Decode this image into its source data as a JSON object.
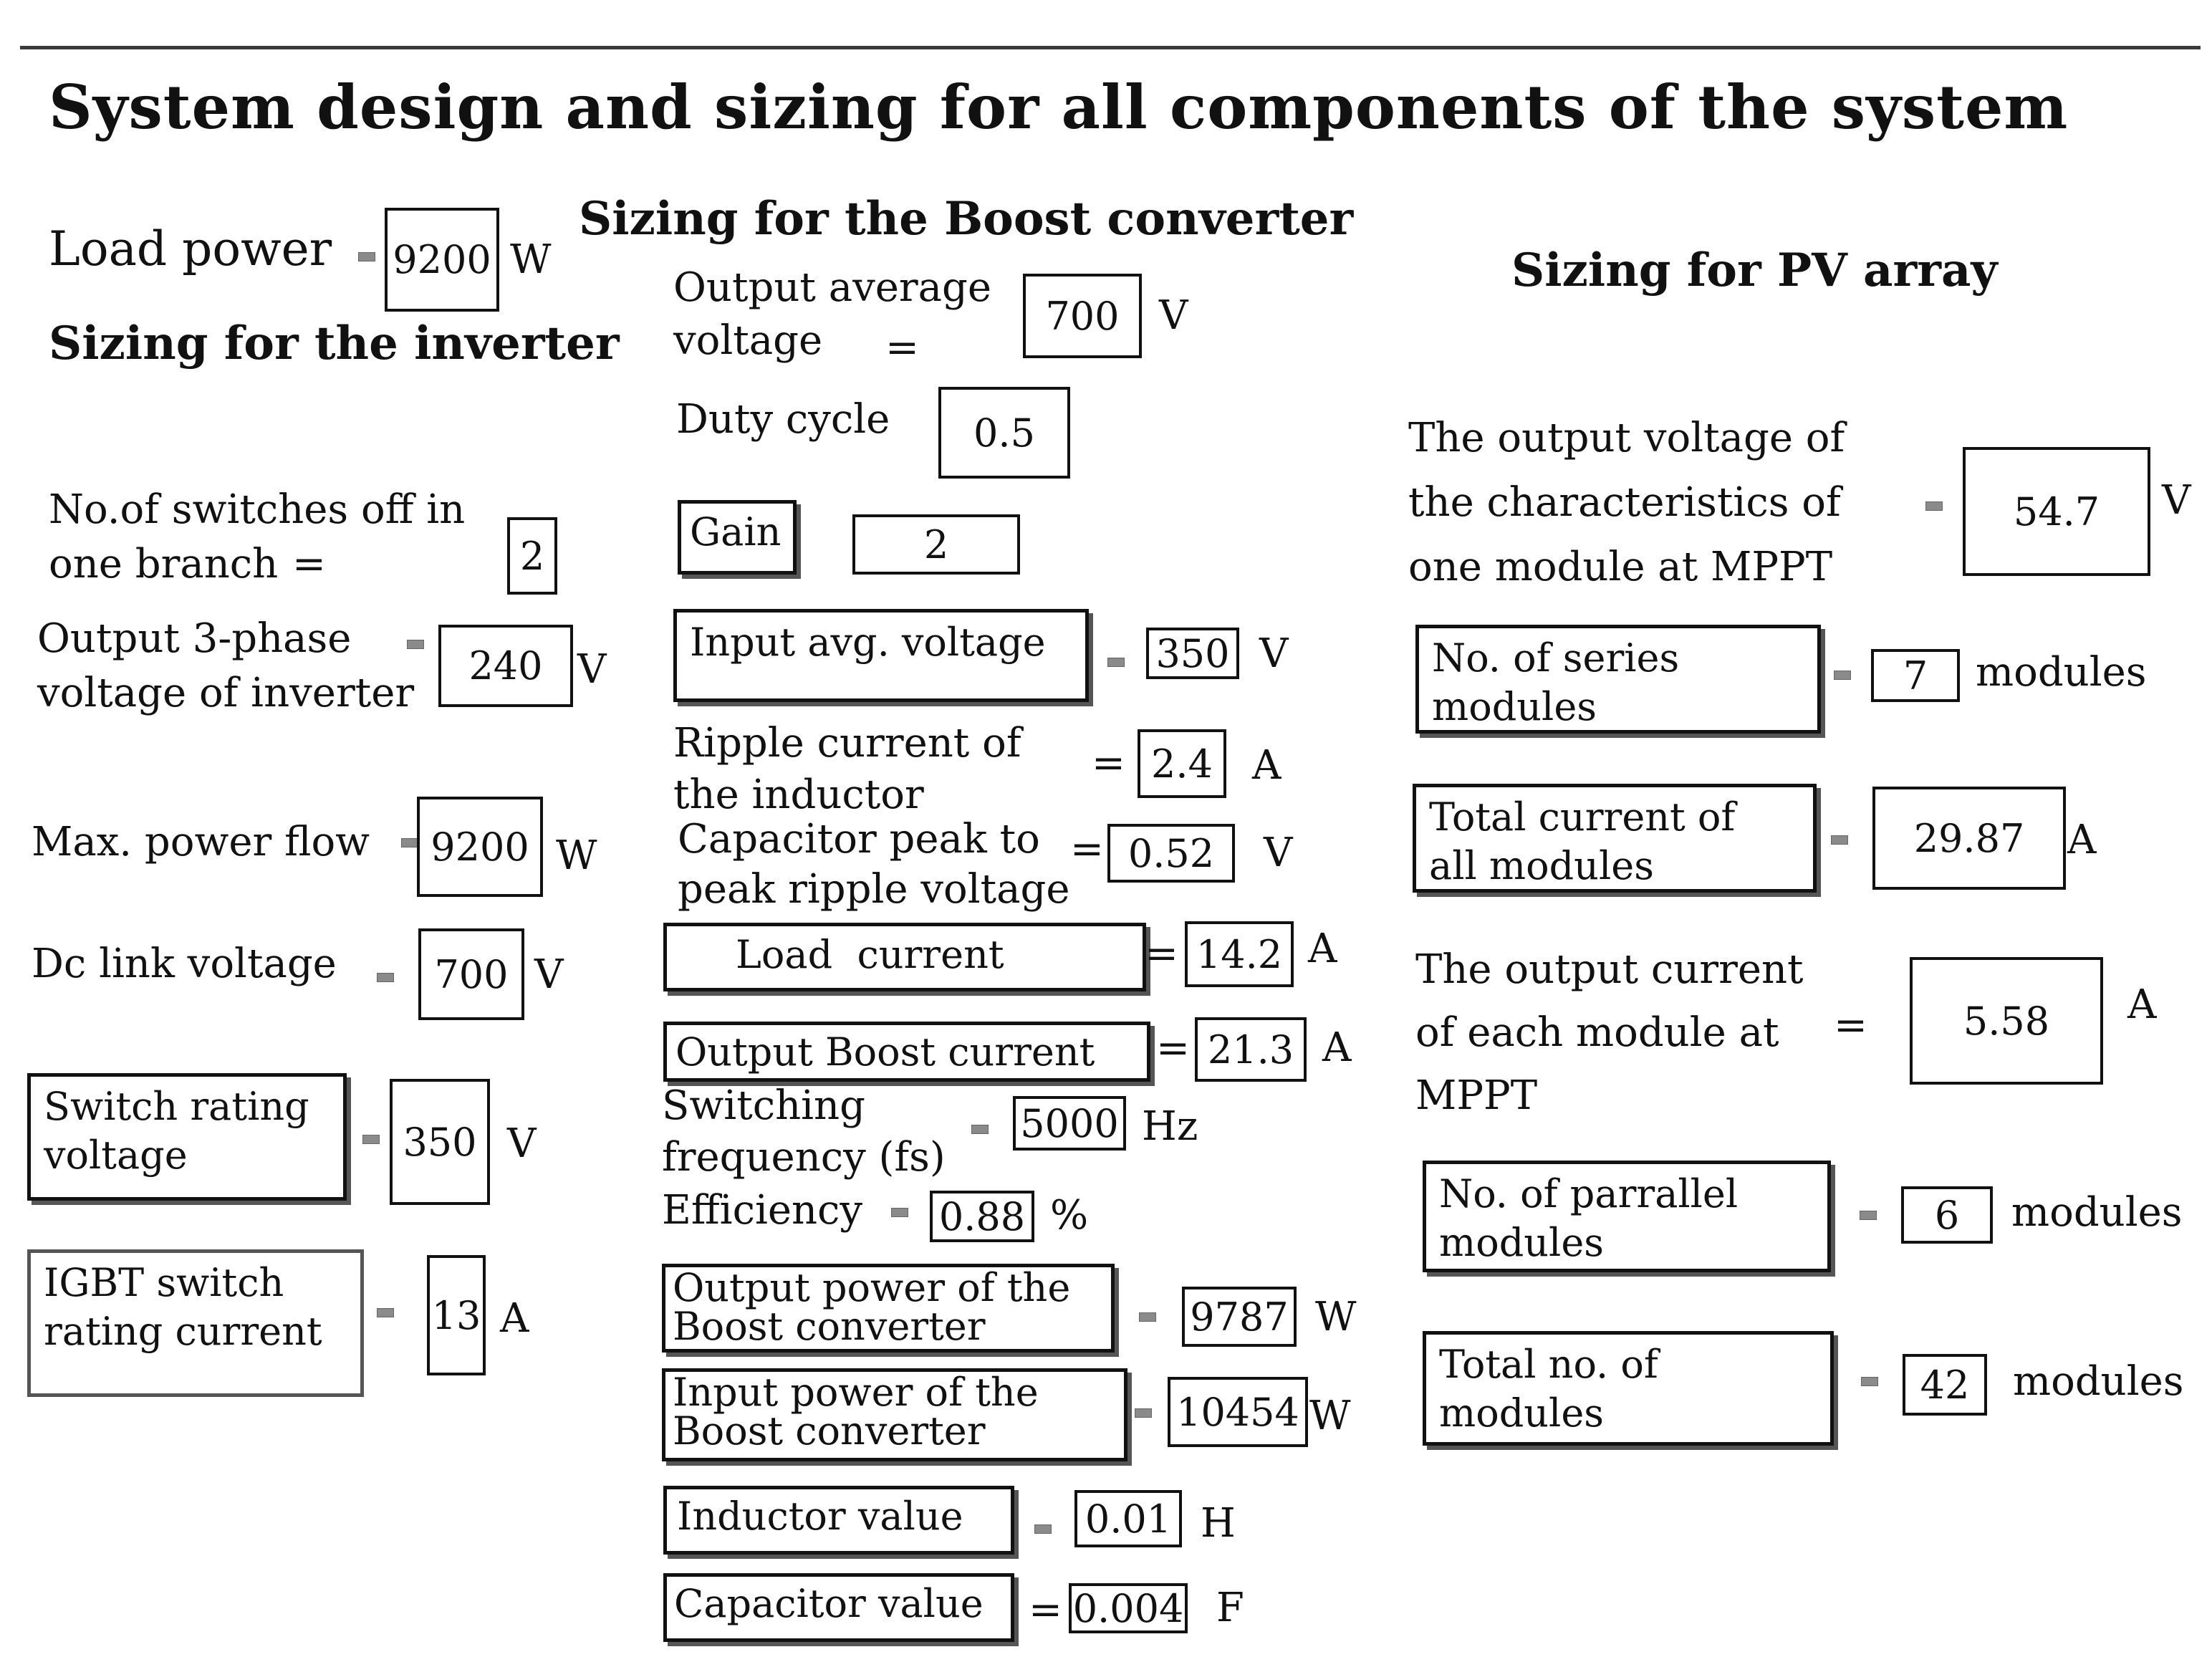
{
  "title": "System design and sizing for all components of the system",
  "eq_glyph": "=",
  "inverter": {
    "load_power_label": "Load power",
    "load_power_value": "9200",
    "load_power_unit": "W",
    "heading": "Sizing for the inverter",
    "switches_off_label_1": "No.of switches off in",
    "switches_off_label_2": "one branch",
    "switches_off_value": "2",
    "output_voltage_label_1": "Output 3-phase",
    "output_voltage_label_2": "voltage of inverter",
    "output_voltage_value": "240",
    "output_voltage_unit": "V",
    "max_power_label": "Max. power flow",
    "max_power_value": "9200",
    "max_power_unit": "W",
    "dc_link_label": "Dc link voltage",
    "dc_link_value": "700",
    "dc_link_unit": "V",
    "switch_rating_label_1": "Switch rating",
    "switch_rating_label_2": "voltage",
    "switch_rating_value": "350",
    "switch_rating_unit": "V",
    "igbt_label_1": "IGBT switch",
    "igbt_label_2": "rating current",
    "igbt_value": "13",
    "igbt_unit": "A"
  },
  "boost": {
    "heading": "Sizing for the Boost converter",
    "out_avg_label_1": "Output average",
    "out_avg_label_2": "voltage",
    "out_avg_value": "700",
    "out_avg_unit": "V",
    "duty_label": "Duty cycle",
    "duty_value": "0.5",
    "gain_label": "Gain",
    "gain_value": "2",
    "input_avg_label": "Input avg. voltage",
    "input_avg_value": "350",
    "input_avg_unit": "V",
    "ripple_label_1": "Ripple current of",
    "ripple_label_2": "the inductor",
    "ripple_value": "2.4",
    "ripple_unit": "A",
    "cap_ripple_label_1": "Capacitor peak to",
    "cap_ripple_label_2": "peak ripple voltage",
    "cap_ripple_value": "0.52",
    "cap_ripple_unit": "V",
    "load_current_label": "Load  current",
    "load_current_value": "14.2",
    "load_current_unit": "A",
    "out_boost_current_label": "Output Boost current",
    "out_boost_current_value": "21.3",
    "out_boost_current_unit": "A",
    "switching_label_1": "Switching",
    "switching_label_2": "frequency (fs)",
    "switching_value": "5000",
    "switching_unit": "Hz",
    "efficiency_label": "Efficiency",
    "efficiency_value": "0.88",
    "efficiency_unit": "%",
    "out_power_label_1": "Output power of the",
    "out_power_label_2": "Boost converter",
    "out_power_value": "9787",
    "out_power_unit": "W",
    "in_power_label_1": "Input power of the",
    "in_power_label_2": "Boost converter",
    "in_power_value": "10454",
    "in_power_unit": "W",
    "inductor_label": "Inductor value",
    "inductor_value": "0.01",
    "inductor_unit": "H",
    "capacitor_label": "Capacitor value",
    "capacitor_value": "0.004",
    "capacitor_unit": "F"
  },
  "pv": {
    "heading": "Sizing for PV array",
    "module_voltage_label_1": "The output voltage of",
    "module_voltage_label_2": "the characteristics of",
    "module_voltage_label_3": "one module at MPPT",
    "module_voltage_value": "54.7",
    "module_voltage_unit": "V",
    "series_label_1": "No. of series",
    "series_label_2": "modules",
    "series_value": "7",
    "series_unit": "modules",
    "total_current_label_1": "Total current of",
    "total_current_label_2": "all modules",
    "total_current_value": "29.87",
    "total_current_unit": "A",
    "module_current_label_1": "The output current",
    "module_current_label_2": "of each module at",
    "module_current_label_3": "MPPT",
    "module_current_value": "5.58",
    "module_current_unit": "A",
    "parallel_label_1": "No. of parrallel",
    "parallel_label_2": "modules",
    "parallel_value": "6",
    "parallel_unit": "modules",
    "total_modules_label_1": "Total no. of",
    "total_modules_label_2": "modules",
    "total_modules_value": "42",
    "total_modules_unit": "modules"
  }
}
